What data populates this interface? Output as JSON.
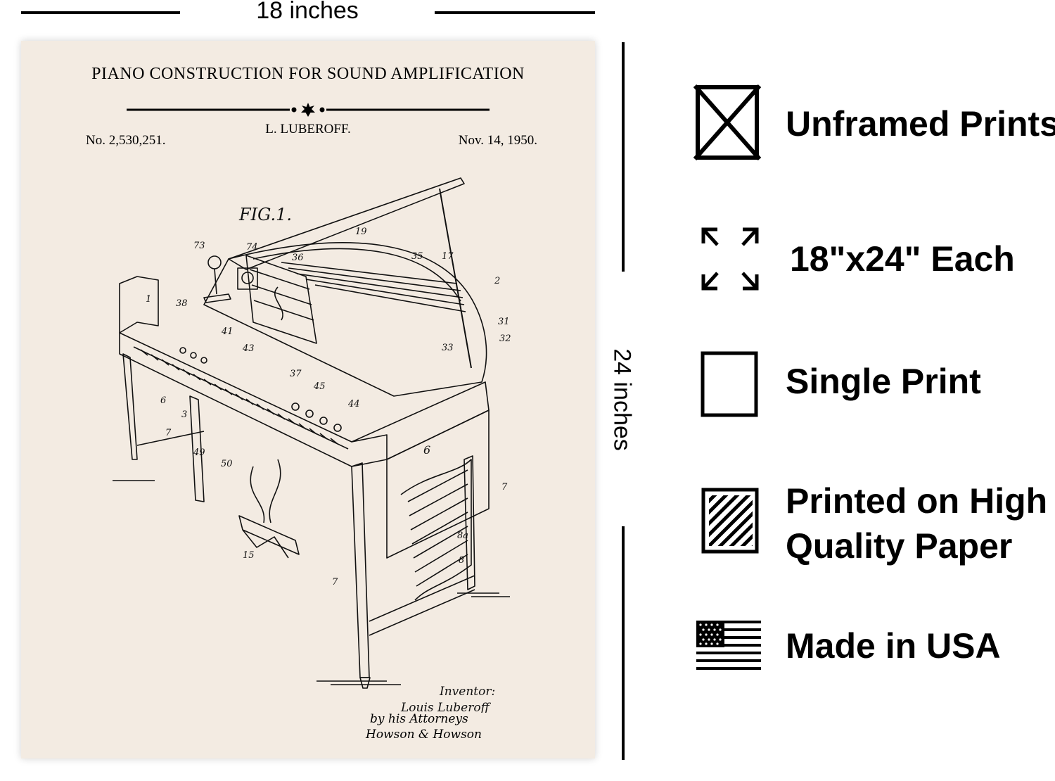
{
  "dimensions": {
    "width_label": "18 inches",
    "height_label": "24 inches"
  },
  "poster": {
    "title": "PIANO CONSTRUCTION FOR SOUND AMPLIFICATION",
    "inventor": "L. LUBEROFF.",
    "patent_number": "No. 2,530,251.",
    "date": "Nov. 14, 1950.",
    "figure_label": "FIG.1.",
    "signature": [
      "Inventor:",
      "Louis Luberoff",
      "by his Attorneys",
      "Howson & Howson"
    ],
    "part_numbers": [
      "73",
      "74",
      "36",
      "19",
      "35",
      "17",
      "2",
      "1",
      "38",
      "41",
      "43",
      "37",
      "45",
      "31",
      "32",
      "33",
      "44",
      "6",
      "3",
      "7",
      "49",
      "50",
      "15",
      "6",
      "7",
      "8a",
      "8",
      "7"
    ],
    "background_color": "#f3ebe2"
  },
  "features": [
    {
      "icon": "unframed-icon",
      "label": "Unframed Prints"
    },
    {
      "icon": "expand-arrows-icon",
      "label": "18\"x24\" Each"
    },
    {
      "icon": "single-print-icon",
      "label": "Single Print"
    },
    {
      "icon": "hatched-paper-icon",
      "label_lines": [
        "Printed on High",
        "Quality Paper"
      ]
    },
    {
      "icon": "us-flag-icon",
      "label": "Made in USA"
    }
  ]
}
